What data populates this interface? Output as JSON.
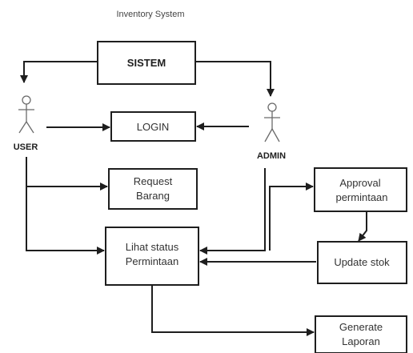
{
  "title": "Inventory System",
  "actors": {
    "user": "USER",
    "admin": "ADMIN"
  },
  "nodes": {
    "sistem": "SISTEM",
    "login": "LOGIN",
    "request_barang": [
      "Request",
      "Barang"
    ],
    "lihat_status": [
      "Lihat status",
      "Permintaan"
    ],
    "approval": [
      "Approval",
      "permintaan"
    ],
    "update_stok": "Update stok",
    "generate_laporan": [
      "Generate",
      "Laporan"
    ]
  },
  "edges": [
    {
      "from": "SISTEM",
      "to": "USER"
    },
    {
      "from": "SISTEM",
      "to": "ADMIN"
    },
    {
      "from": "USER",
      "to": "LOGIN"
    },
    {
      "from": "ADMIN",
      "to": "LOGIN"
    },
    {
      "from": "USER",
      "to": "Request Barang"
    },
    {
      "from": "USER",
      "to": "Lihat status Permintaan"
    },
    {
      "from": "ADMIN",
      "to": "Approval permintaan"
    },
    {
      "from": "ADMIN",
      "to": "Lihat status Permintaan"
    },
    {
      "from": "Approval permintaan",
      "to": "Update stok"
    },
    {
      "from": "Update stok",
      "to": "Lihat status Permintaan"
    },
    {
      "from": "Lihat status Permintaan",
      "to": "Generate Laporan"
    }
  ],
  "colors": {
    "stroke": "#1e1e1e",
    "actor": "#6a6a6a",
    "text": "#333333",
    "background": "#ffffff"
  }
}
